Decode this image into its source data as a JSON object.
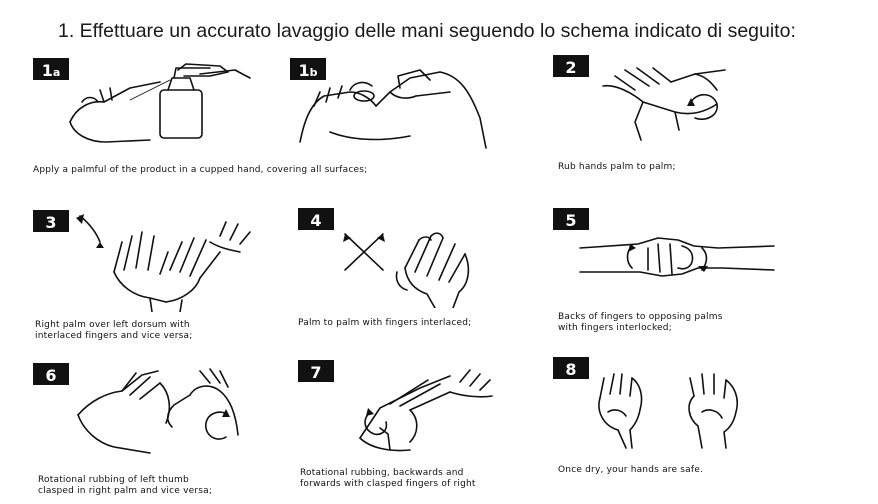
{
  "heading": "1.  Effettuare un accurato lavaggio delle mani seguendo lo schema indicato di seguito:",
  "steps": [
    {
      "badge": "1",
      "badge_sub": "a",
      "icon": "dispenser-hand-icon"
    },
    {
      "badge": "1",
      "badge_sub": "b",
      "icon": "cupped-hand-soap-icon",
      "caption": "Apply a palmful of the product in a cupped hand, covering all surfaces;"
    },
    {
      "badge": "2",
      "badge_sub": "",
      "icon": "palm-to-palm-icon",
      "caption": "Rub hands palm to palm;"
    },
    {
      "badge": "3",
      "badge_sub": "",
      "icon": "palm-over-dorsum-icon",
      "caption_lines": [
        "Right palm over left dorsum with",
        "interlaced fingers and vice versa;"
      ]
    },
    {
      "badge": "4",
      "badge_sub": "",
      "icon": "fingers-interlaced-icon",
      "caption": "Palm to palm with fingers interlaced;"
    },
    {
      "badge": "5",
      "badge_sub": "",
      "icon": "fingers-interlocked-icon",
      "caption_lines": [
        "Backs of fingers to opposing palms",
        "with fingers interlocked;"
      ]
    },
    {
      "badge": "6",
      "badge_sub": "",
      "icon": "thumb-rotation-icon",
      "caption_lines": [
        "Rotational rubbing of left thumb",
        "clasped in right palm and vice versa;"
      ]
    },
    {
      "badge": "7",
      "badge_sub": "",
      "icon": "fingertip-rotation-icon",
      "caption_lines": [
        "Rotational rubbing, backwards and",
        "forwards with clasped fingers of right"
      ]
    },
    {
      "badge": "8",
      "badge_sub": "",
      "icon": "dry-safe-hands-icon",
      "caption": "Once dry, your hands are safe."
    }
  ]
}
